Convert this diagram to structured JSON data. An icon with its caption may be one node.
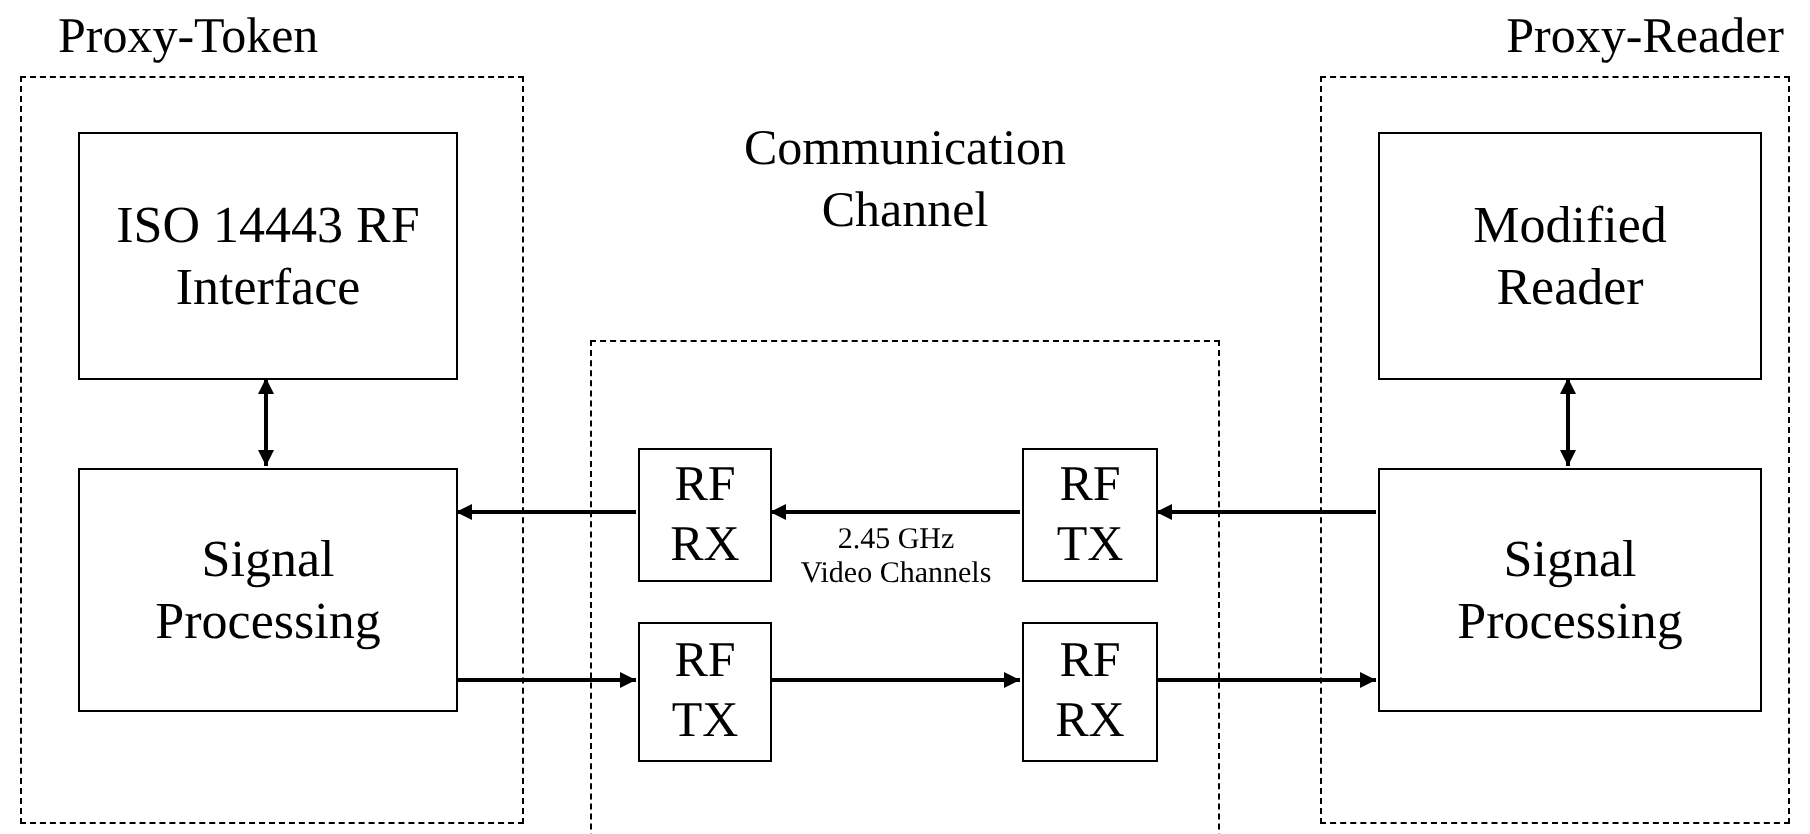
{
  "diagram": {
    "nodes": [
      {
        "text": [
          "Proxy-Token"
        ]
      },
      {
        "text": [
          "ISO 14443 RF Interface"
        ],
        "in": 0
      },
      {
        "text": [
          "Signal Processing"
        ],
        "in": 0
      },
      {
        "text": [
          "Communication Channel"
        ]
      },
      {
        "text": [
          "RF RX"
        ],
        "in": 3
      },
      {
        "text": [
          "RF TX"
        ],
        "in": 3
      },
      {
        "text": [
          "RF TX"
        ],
        "in": 3
      },
      {
        "text": [
          "RF RX"
        ],
        "in": 3
      },
      {
        "text": [
          "Proxy-Reader"
        ]
      },
      {
        "text": [
          "Modified Reader"
        ],
        "in": 8
      },
      {
        "text": [
          "Signal Processing"
        ],
        "in": 8
      }
    ],
    "edges": [
      {
        "from": 1,
        "to": 2,
        "arrow": "both"
      },
      {
        "from": 10,
        "to": 5,
        "arrow": "to"
      },
      {
        "from": 5,
        "to": 4,
        "arrow": "to"
      },
      {
        "from": 4,
        "to": 2,
        "arrow": "to"
      },
      {
        "from": 2,
        "to": 6,
        "arrow": "to"
      },
      {
        "from": 6,
        "to": 7,
        "arrow": "to"
      },
      {
        "from": 7,
        "to": 10,
        "arrow": "to"
      },
      {
        "from": 9,
        "to": 10,
        "arrow": "both"
      }
    ],
    "labels": [
      "2.45 GHz Video Channels"
    ]
  }
}
